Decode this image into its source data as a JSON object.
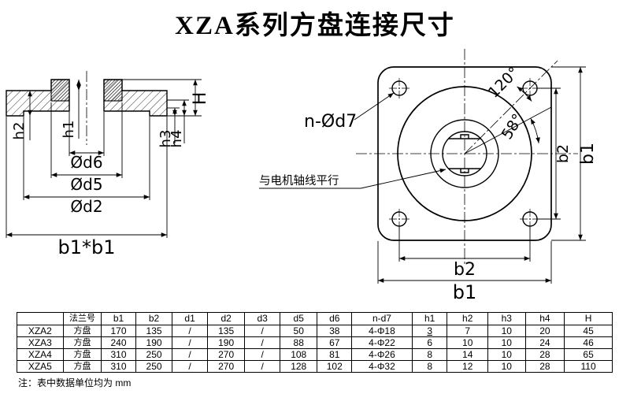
{
  "title": "XZA系列方盘连接尺寸",
  "section_view": {
    "h2": "h2",
    "h1": "h1",
    "h3": "h3",
    "h4": "h4",
    "H": "H",
    "d6": "Ød6",
    "d5": "Ød5",
    "d2": "Ød2",
    "b1b1": "b1*b1"
  },
  "front_view": {
    "n_d7": "n-Ød7",
    "angle_120": "120°",
    "angle_58": "58°",
    "parallel_note": "与电机轴线平行",
    "b2_right": "b2",
    "b1_right": "b1",
    "b2_bottom": "b2",
    "b1_bottom": "b1"
  },
  "table": {
    "headers": [
      "",
      "法兰号",
      "b1",
      "b2",
      "d1",
      "d2",
      "d3",
      "d5",
      "d6",
      "n-d7",
      "h1",
      "h2",
      "h3",
      "h4",
      "H"
    ],
    "rows": [
      [
        "XZA2",
        "方盘",
        "170",
        "135",
        "/",
        "135",
        "/",
        "50",
        "38",
        "4-Φ18",
        "3",
        "7",
        "10",
        "20",
        "45"
      ],
      [
        "XZA3",
        "方盘",
        "240",
        "190",
        "/",
        "190",
        "/",
        "88",
        "67",
        "4-Φ22",
        "6",
        "10",
        "10",
        "24",
        "46"
      ],
      [
        "XZA4",
        "方盘",
        "310",
        "250",
        "/",
        "270",
        "/",
        "108",
        "81",
        "4-Φ26",
        "8",
        "14",
        "10",
        "28",
        "65"
      ],
      [
        "XZA5",
        "方盘",
        "310",
        "250",
        "/",
        "270",
        "/",
        "128",
        "102",
        "4-Φ32",
        "8",
        "12",
        "10",
        "28",
        "110"
      ]
    ]
  },
  "footnote": "注：表中数据单位均为 mm"
}
